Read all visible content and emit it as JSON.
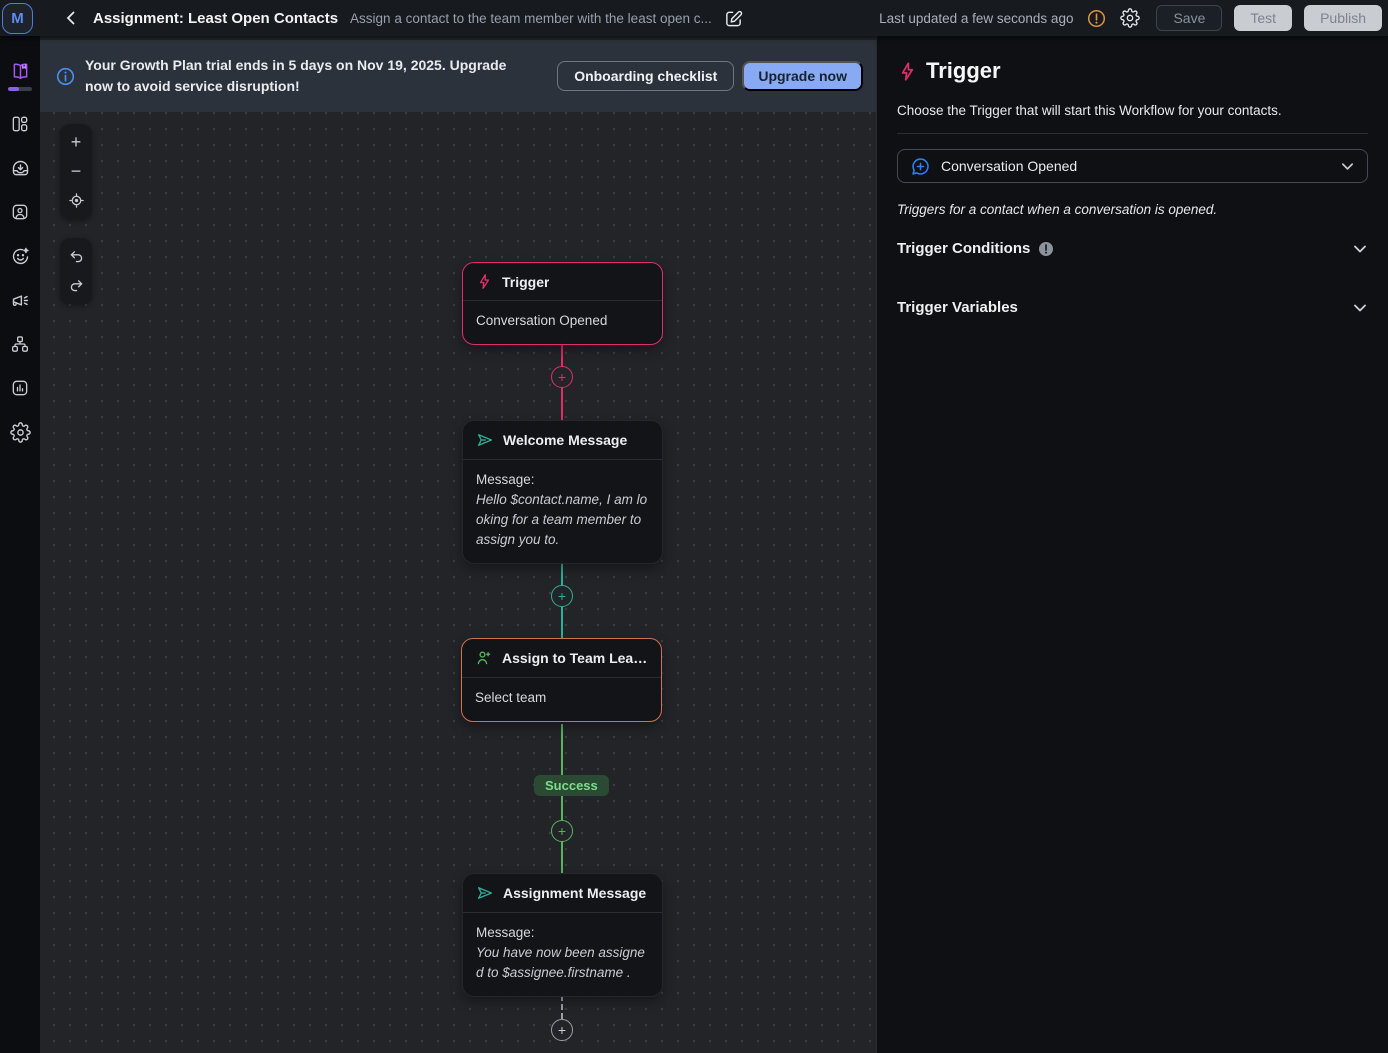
{
  "header": {
    "avatar": "M",
    "title": "Assignment: Least Open Contacts",
    "subtitle": "Assign a contact to the team member with the least open c...",
    "last_updated": "Last updated a few seconds ago",
    "save_label": "Save",
    "test_label": "Test",
    "publish_label": "Publish"
  },
  "banner": {
    "text": "Your Growth Plan trial ends in 5 days on Nov 19, 2025. Upgrade now to avoid service disruption!",
    "onboarding_label": "Onboarding checklist",
    "upgrade_label": "Upgrade now"
  },
  "sidebar": {
    "items": [
      {
        "name": "getting-started",
        "icon": "book-icon"
      },
      {
        "name": "dashboard",
        "icon": "layout-icon"
      },
      {
        "name": "inbox",
        "icon": "inbox-icon"
      },
      {
        "name": "contacts",
        "icon": "contact-card-icon"
      },
      {
        "name": "ai-agent",
        "icon": "smiley-sparkle-icon"
      },
      {
        "name": "broadcasts",
        "icon": "megaphone-icon"
      },
      {
        "name": "workflows",
        "icon": "workflow-icon"
      },
      {
        "name": "reports",
        "icon": "bar-chart-icon"
      },
      {
        "name": "settings",
        "icon": "gear-icon"
      }
    ]
  },
  "canvas": {
    "controls": {
      "zoom_in": "+",
      "zoom_out": "−"
    },
    "nodes": [
      {
        "type": "trigger",
        "title": "Trigger",
        "body": "Conversation Opened"
      },
      {
        "type": "send-message",
        "title": "Welcome Message",
        "body_label": "Message:",
        "body_lines": [
          "Hello $contact.name, I am lo",
          "oking for a team member to",
          "assign you to."
        ]
      },
      {
        "type": "assign",
        "title": "Assign to Team Least ...",
        "body": "Select team"
      },
      {
        "type": "send-message",
        "title": "Assignment Message",
        "body_label": "Message:",
        "body_lines": [
          "You have now been assigne",
          "d to $assignee.firstname ."
        ]
      }
    ],
    "success_label": "Success"
  },
  "panel": {
    "title": "Trigger",
    "description": "Choose the Trigger that will start this Workflow for your contacts.",
    "dropdown_value": "Conversation Opened",
    "note": "Triggers for a contact when a conversation is opened.",
    "conditions_label": "Trigger Conditions",
    "variables_label": "Trigger Variables"
  },
  "colors": {
    "accent_pink": "#dc2f67",
    "accent_teal": "#2fae98",
    "accent_green": "#57b45f",
    "accent_salmon": "#d3704f",
    "accent_blue": "#2e7ef0",
    "warning_orange": "#e0923f",
    "upgrade_blue": "#88a9f4",
    "success_bg": "#2b4a34",
    "success_text": "#7edd8a",
    "sidebar_purple": "#a855f7"
  }
}
